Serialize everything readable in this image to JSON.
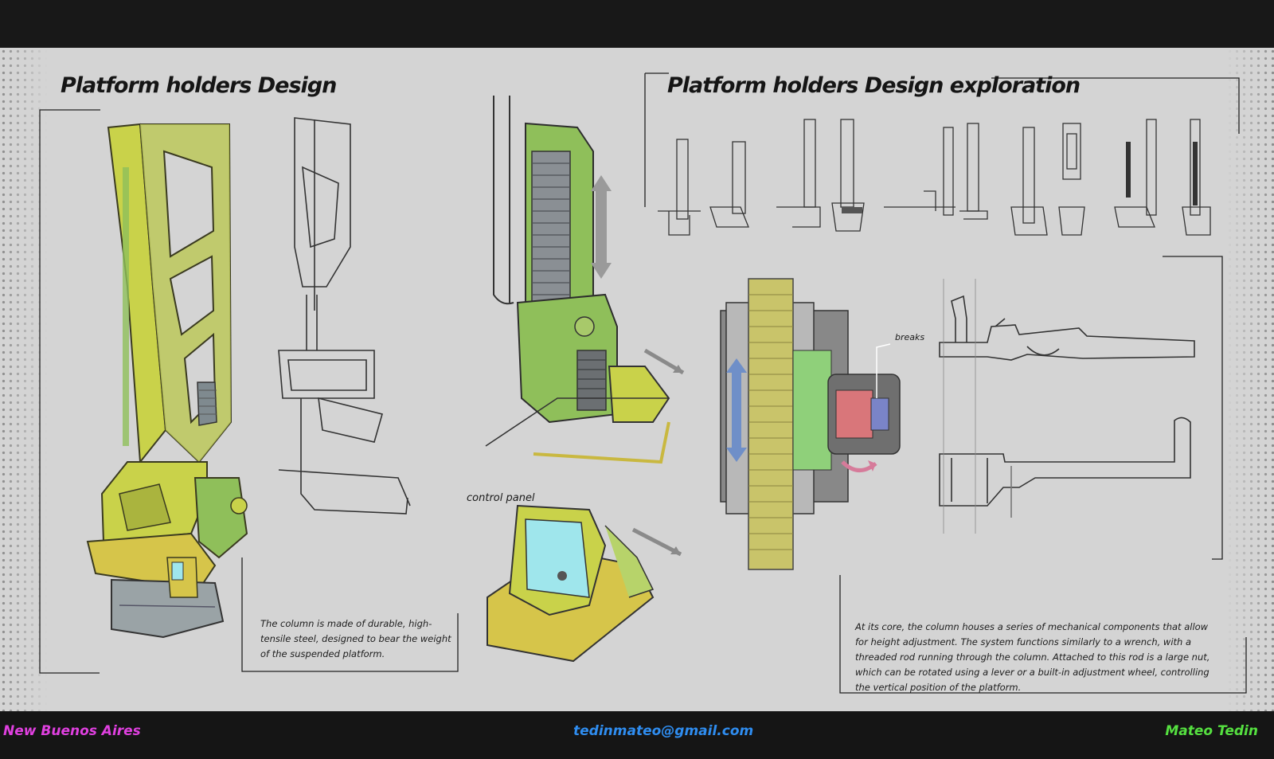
{
  "titles": {
    "left": "Platform holders Design",
    "right": "Platform holders Design exploration"
  },
  "labels": {
    "control_panel": "control panel",
    "breaks": "breaks"
  },
  "notes": {
    "column": "The column is made of durable, high-tensile steel, designed to bear the weight of the suspended platform.",
    "mechanism": "At its core, the column houses a series of mechanical components that allow for height adjustment. The system functions similarly to a wrench, with a threaded rod running through the column. Attached to this rod is a large nut, which can be rotated using a lever or a built-in adjustment wheel, controlling the vertical position of the platform."
  },
  "footer": {
    "location": "New Buenos Aires",
    "email": "tedinmateo@gmail.com",
    "author": "Mateo Tedin"
  },
  "colors": {
    "sheet": "#d4d4d4",
    "frame_yellow": "#c9d24a",
    "frame_green": "#8fbf5a",
    "screen_cyan": "#9fe6ec",
    "gear_red": "#d9767a",
    "arrow_blue": "#6f8fc8",
    "arrow_pink": "#d67b9a",
    "footer_magenta": "#e040e0",
    "footer_blue": "#2f8df0",
    "footer_green": "#55e040"
  }
}
